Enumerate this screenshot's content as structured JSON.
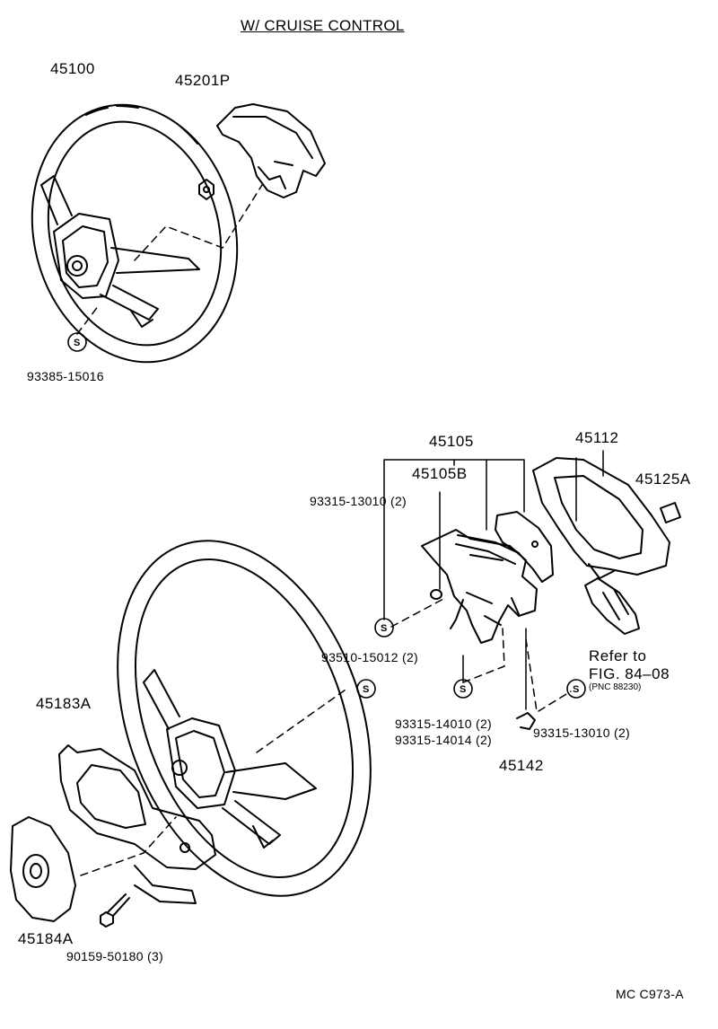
{
  "title": "W/ CRUISE CONTROL",
  "parts": {
    "p45100": "45100",
    "p45201P": "45201P",
    "p93385": "93385-15016",
    "p45105": "45105",
    "p45105B": "45105B",
    "p93315_13010_a": "93315-13010 (2)",
    "p45112": "45112",
    "p45125A": "45125A",
    "p93510": "93510-15012 (2)",
    "p45183A": "45183A",
    "p93315_14010": "93315-14010 (2)",
    "p93315_14014": "93315-14014 (2)",
    "p93315_13010_b": "93315-13010 (2)",
    "p45142": "45142",
    "p45184A": "45184A",
    "p90159": "90159-50180 (3)"
  },
  "refer": {
    "line1": "Refer to",
    "line2": "FIG. 84–08",
    "pnc": "(PNC 88230)"
  },
  "marker_symbol": "S",
  "footer_code": "MC  C973-A"
}
